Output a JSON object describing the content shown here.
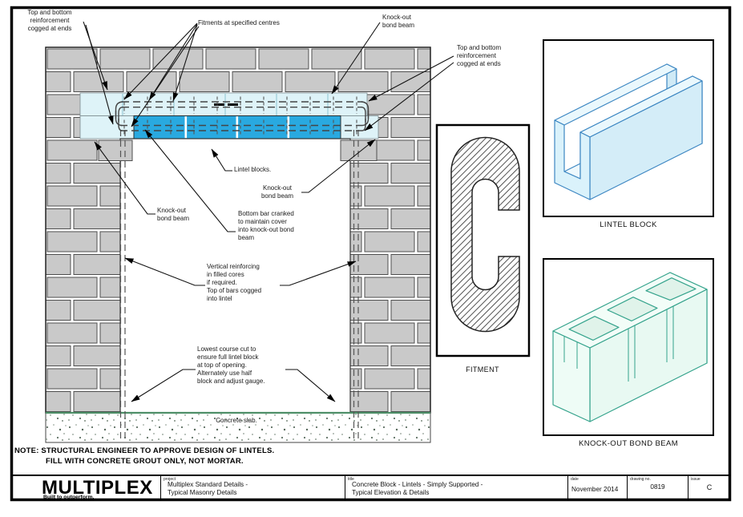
{
  "colors": {
    "block_gray": "#c9c9c9",
    "bond_beam_cyan": "#def3f8",
    "lintel_blue": "#29a9e0",
    "slab_edge_green": "#4e8f68",
    "lintel_iso_line": "#3d87c2",
    "knockout_iso_line": "#35a38c"
  },
  "labels": {
    "cogged_left": "Top and bottom\nreinforcement\ncogged at ends",
    "fitments": "Fitments at specified centres",
    "knockout_top": "Knock-out\nbond beam",
    "cogged_right": "Top and bottom\nreinforcement\ncogged at ends",
    "lintel_blocks": "Lintel blocks.",
    "knockout_center": "Knock-out\nbond beam",
    "bottom_bar": "Bottom bar cranked\nto maintain cover\ninto knock-out bond\nbeam",
    "knockout_left": "Knock-out\nbond beam",
    "vertical_reinf": "Vertical reinforcing\nin filled cores\nif required.\nTop of bars cogged\ninto lintel",
    "lowest_course": "Lowest course cut to\nensure full lintel block\nat top of opening.\nAlternately use half\nblock and adjust gauge.",
    "concrete_slab": "Concrete slab.",
    "fitment_caption": "FITMENT",
    "lintel_block_caption": "LINTEL BLOCK",
    "knockout_beam_caption": "KNOCK-OUT BOND BEAM"
  },
  "note": {
    "line1": "NOTE: STRUCTURAL ENGINEER TO APPROVE DESIGN OF LINTELS.",
    "line2": "FILL WITH CONCRETE GROUT ONLY, NOT MORTAR."
  },
  "title_block": {
    "logo": "MULTIPLEX",
    "tagline": "Built to outperform.",
    "project_label": "project",
    "project": "Multiplex Standard Details -\nTypical Masonry Details",
    "title_label": "title",
    "title": "Concrete Block - Lintels - Simply Supported -\nTypical Elevation & Details",
    "date_label": "date",
    "date": "November 2014",
    "drawing_no_label": "drawing no.",
    "drawing_no": "0819",
    "issue_label": "issue",
    "issue": "C"
  }
}
